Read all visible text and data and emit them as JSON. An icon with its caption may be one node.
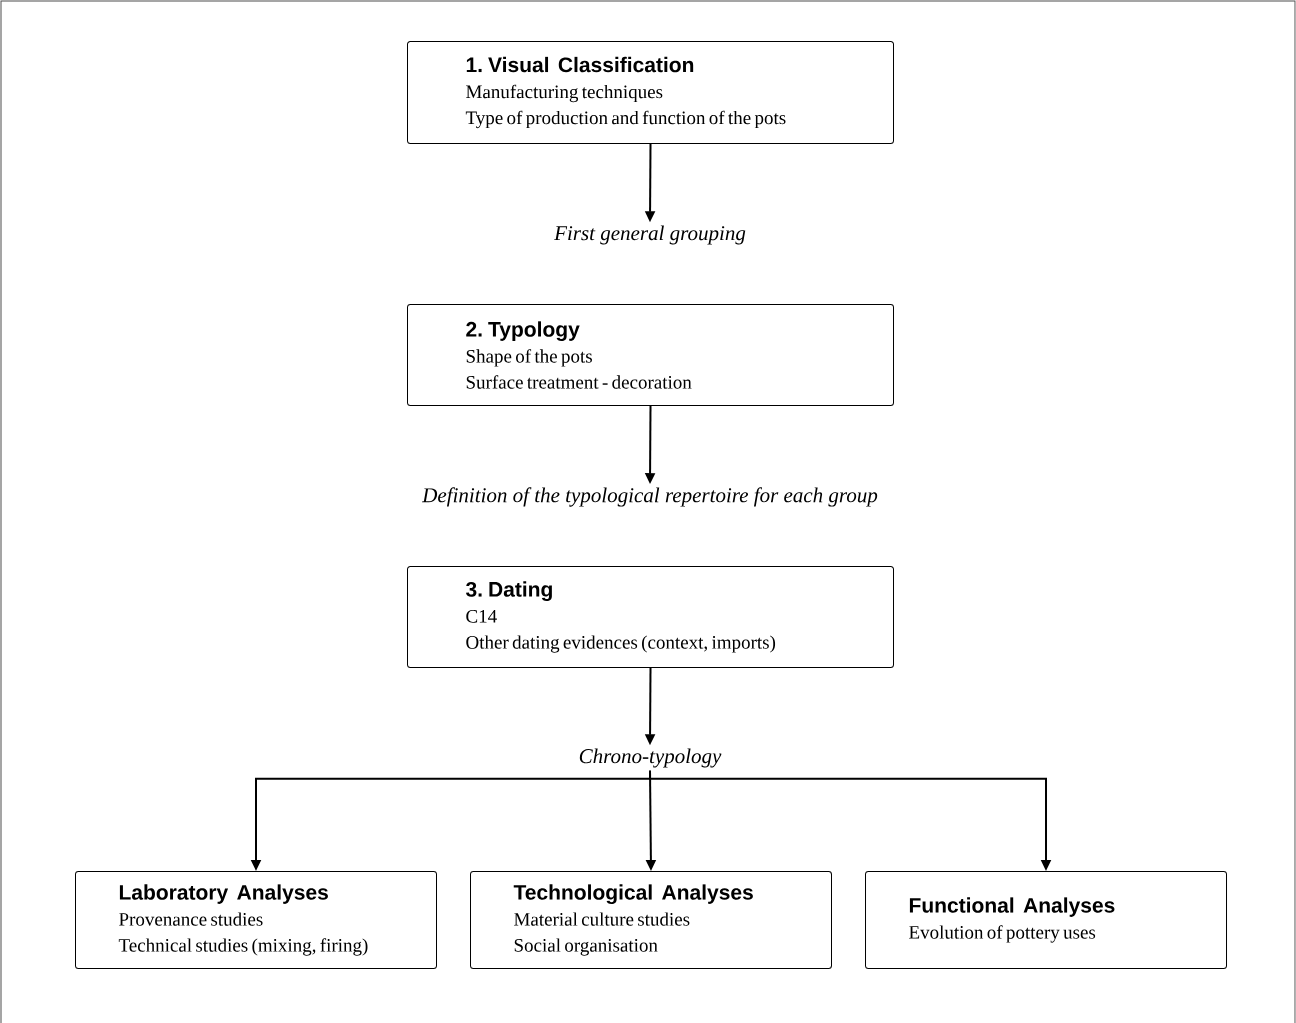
{
  "diagram": {
    "nodes": [
      {
        "text": [
          "1. Visual Classification",
          "Manufacturing techniques",
          "Type of production and function of the pots"
        ]
      },
      {
        "text": [
          "First general grouping"
        ]
      },
      {
        "text": [
          "2. Typology",
          "Shape of the pots",
          "Surface treatment - decoration"
        ]
      },
      {
        "text": [
          "Definition of the typological repertoire for each group"
        ]
      },
      {
        "text": [
          "3. Dating",
          "C14",
          "Other dating evidences (context, imports)"
        ]
      },
      {
        "text": [
          "Chrono-typology"
        ]
      },
      {
        "text": [
          "Laboratory Analyses",
          "Provenance studies",
          "Technical studies (mixing, firing)"
        ]
      },
      {
        "text": [
          "Technological Analyses",
          "Material culture studies",
          "Social organisation"
        ]
      },
      {
        "text": [
          "Functional Analyses",
          "Evolution of pottery uses"
        ]
      }
    ],
    "edges": [
      {
        "from": 0,
        "to": 1,
        "arrow": "to"
      },
      {
        "from": 2,
        "to": 3,
        "arrow": "to"
      },
      {
        "from": 4,
        "to": 5,
        "arrow": "to"
      },
      {
        "from": 5,
        "to": 6,
        "arrow": "to"
      },
      {
        "from": 5,
        "to": 7,
        "arrow": "to"
      },
      {
        "from": 5,
        "to": 8,
        "arrow": "to"
      }
    ]
  }
}
